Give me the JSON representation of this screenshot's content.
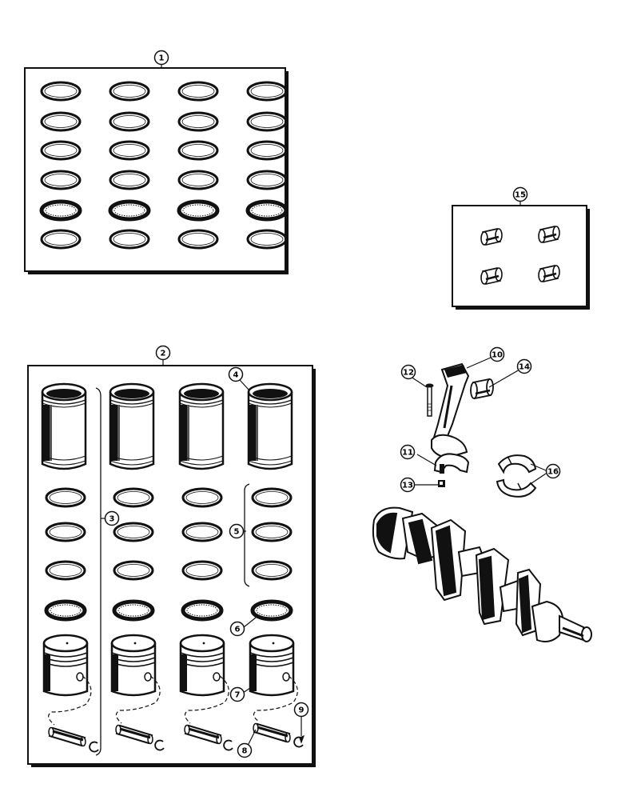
{
  "colors": {
    "ink": "#111111",
    "paper": "#ffffff",
    "shadow": "#000000"
  },
  "callouts": {
    "c1": "1",
    "c2": "2",
    "c3": "3",
    "c4": "4",
    "c5": "5",
    "c6": "6",
    "c7": "7",
    "c8": "8",
    "c9": "9",
    "c10": "10",
    "c11": "11",
    "c12": "12",
    "c13": "13",
    "c14": "14",
    "c15": "15",
    "c16": "16"
  },
  "panels": {
    "ring_sets": {
      "columns": 4,
      "rows": 6
    },
    "sleeve_kit": {
      "columns": 4
    },
    "bushings": {
      "count": 4
    }
  }
}
